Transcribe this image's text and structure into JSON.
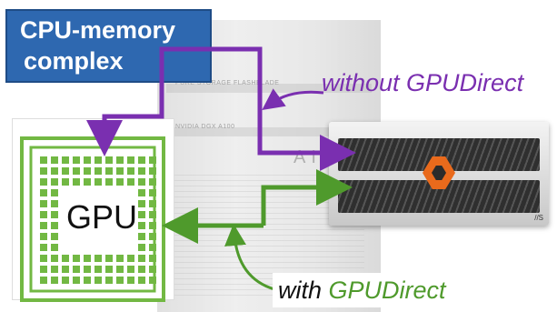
{
  "cpu_box": {
    "line1": "CPU-memory",
    "line2": "complex"
  },
  "gpu": {
    "label": "GPU"
  },
  "labels": {
    "without_gpudirect": "without GPUDirect",
    "with_prefix": "with",
    "with_gpudirect": "GPUDirect"
  },
  "background": {
    "tower_text_airi": "AIRI",
    "tower_tag_1": "PURE STORAGE FLASHBLADE",
    "tower_tag_2": "NVIDIA DGX A100"
  },
  "storage": {
    "badge": "//S"
  },
  "colors": {
    "cpu_box_fill": "#2e68b0",
    "purple_path": "#7a2fb0",
    "green_path": "#4f9a2c",
    "gpu_chip": "#72b843",
    "storage_logo": "#e96a1c"
  },
  "icons": {
    "storage_logo": "pure-storage-logo-icon",
    "gpu_chip": "gpu-chip-icon"
  }
}
